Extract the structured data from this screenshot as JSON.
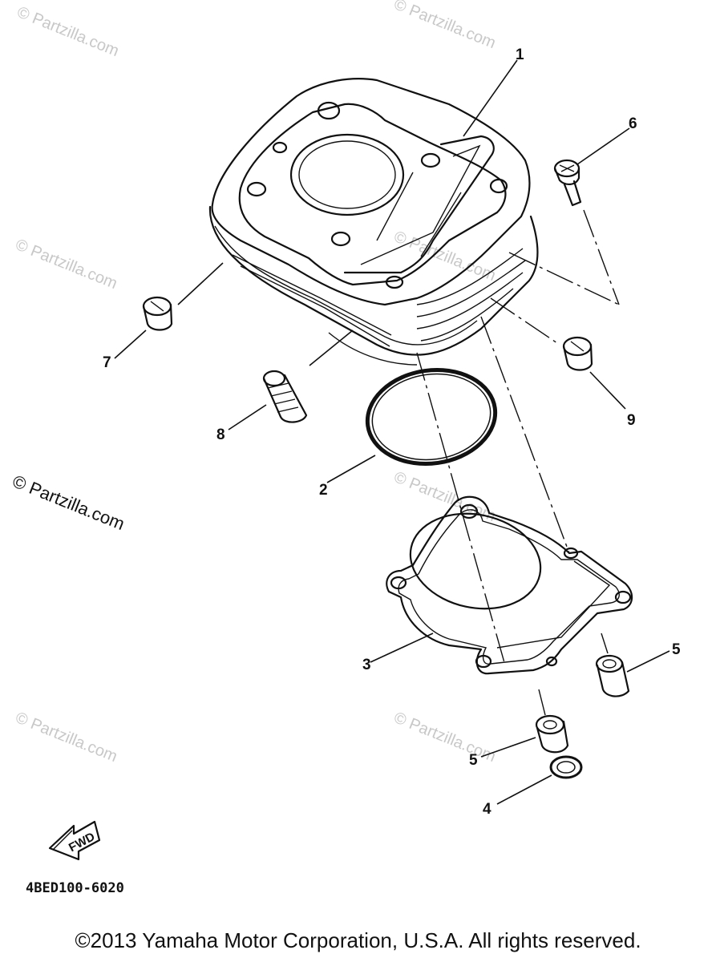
{
  "diagram": {
    "callouts": {
      "c1": "1",
      "c2": "2",
      "c3": "3",
      "c4": "4",
      "c5a": "5",
      "c5b": "5",
      "c6": "6",
      "c7": "7",
      "c8": "8",
      "c9": "9"
    },
    "fwd_label": "FWD",
    "diagram_code": "4BED100-6020",
    "watermark": "© Partzilla.com"
  },
  "footer": {
    "copyright": "©2013  Yamaha Motor Corporation, U.S.A. All rights reserved."
  }
}
